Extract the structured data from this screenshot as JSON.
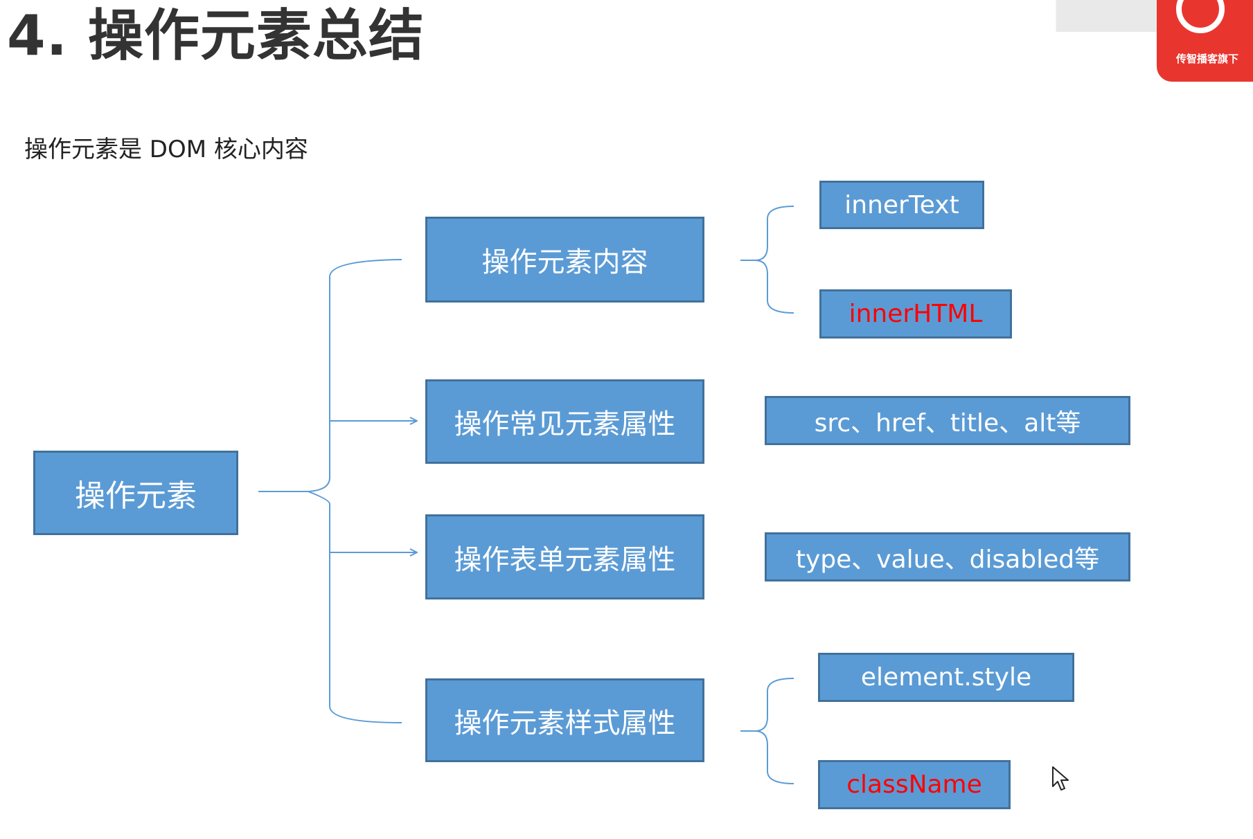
{
  "title": "4. 操作元素总结",
  "subtitle": "操作元素是 DOM 核心内容",
  "diagram": {
    "root": "操作元素",
    "branches": [
      {
        "label": "操作元素内容",
        "leaves": [
          "innerText",
          "innerHTML"
        ]
      },
      {
        "label": "操作常见元素属性",
        "leaves": [
          "src、href、title、alt等"
        ]
      },
      {
        "label": "操作表单元素属性",
        "leaves": [
          "type、value、disabled等"
        ]
      },
      {
        "label": "操作元素样式属性",
        "leaves": [
          "element.style",
          "className"
        ]
      }
    ]
  },
  "colors": {
    "box_fill": "#5b9bd5",
    "box_border": "#41719c",
    "box_text": "#ffffff",
    "highlight_text": "#ff0000",
    "connector": "#5b9bd5",
    "logo": "#e8362f"
  },
  "logo": {
    "text": "传智播客旗下"
  },
  "icons": [
    "mouse-cursor-icon"
  ]
}
